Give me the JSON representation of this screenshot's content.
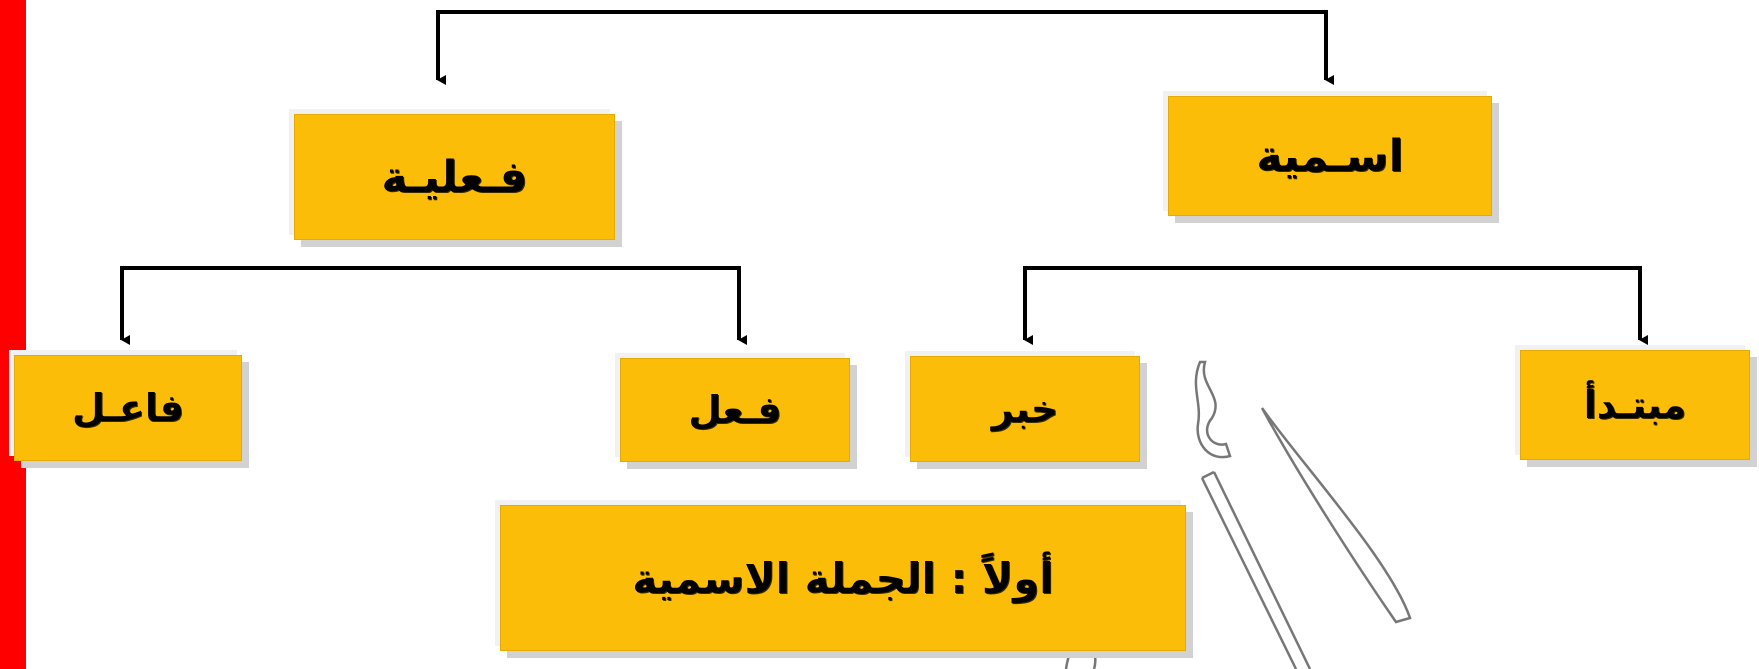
{
  "diagram": {
    "title": "أولاً  : الجملة الاسمية",
    "nodes": {
      "nominal": "اسـمية",
      "verbal": "فـعليـة",
      "subject": "مبتـدأ",
      "predicate": "خبر",
      "verb": "فـعل",
      "doer": "فاعـل"
    }
  },
  "colors": {
    "box_fill": "#fcbd08",
    "side_bar": "#ff0000",
    "connector": "#000000"
  }
}
